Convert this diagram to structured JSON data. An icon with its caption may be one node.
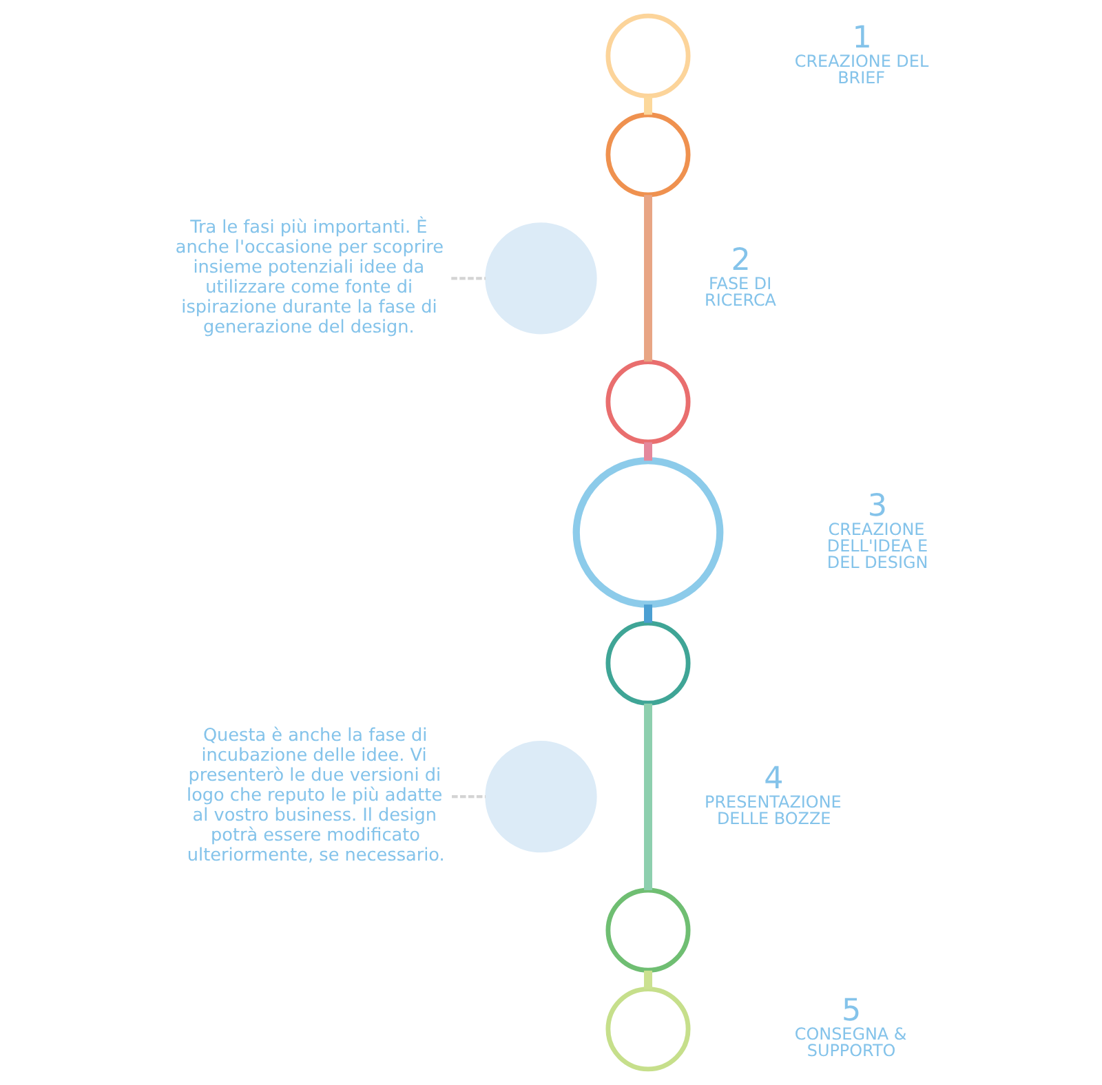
{
  "diagram": {
    "nodes": [
      {
        "text": [],
        "shape": "circle",
        "beside": [
          "1",
          "CREAZIONE DEL BRIEF"
        ]
      },
      {
        "text": [
          "Tra le fasi più importanti. È anche l'occasione per scoprire insieme potenziali idee da utilizzare come fonte di ispirazione durante la fase di generazione del design."
        ]
      },
      {
        "text": [],
        "shape": "circle"
      },
      {
        "text": [],
        "shape": "circle",
        "beside": [
          "2",
          "FASE DI RICERCA"
        ]
      },
      {
        "text": [],
        "shape": "circle"
      },
      {
        "text": [],
        "shape": "circle",
        "beside": [
          "3",
          "CREAZIONE DELL'IDEA E DEL DESIGN"
        ]
      },
      {
        "text": [
          "Questa è anche la fase di incubazione delle idee. Vi presenterò le due versioni di logo che reputo le più adatte al vostro business. Il design potrà essere modificato ulteriormente, se necessario."
        ]
      },
      {
        "text": [],
        "shape": "circle"
      },
      {
        "text": [],
        "shape": "circle",
        "beside": [
          "4",
          "PRESENTAZIONE DELLE BOZZE"
        ]
      },
      {
        "text": [],
        "shape": "circle"
      },
      {
        "text": [],
        "shape": "circle",
        "beside": [
          "5",
          "CONSEGNA & SUPPORTO"
        ]
      }
    ],
    "edges": [
      {
        "from": 0,
        "to": 2,
        "arrow": "none",
        "color": "#fcd89b"
      },
      {
        "from": 1,
        "to": 3,
        "arrow": "none",
        "style": "dashed",
        "color": "#d4d4d4"
      },
      {
        "from": 2,
        "to": 4,
        "arrow": "none",
        "color": "#e8a584"
      },
      {
        "from": 4,
        "to": 5,
        "arrow": "none",
        "color": "#e4889c"
      },
      {
        "from": 5,
        "to": 7,
        "arrow": "none",
        "color": "#4b9fd2"
      },
      {
        "from": 6,
        "to": 8,
        "arrow": "none",
        "style": "dashed",
        "color": "#d4d4d4"
      },
      {
        "from": 7,
        "to": 9,
        "arrow": "none",
        "color": "#8dcfae"
      },
      {
        "from": 9,
        "to": 10,
        "arrow": "none",
        "color": "#cbe190"
      }
    ]
  }
}
